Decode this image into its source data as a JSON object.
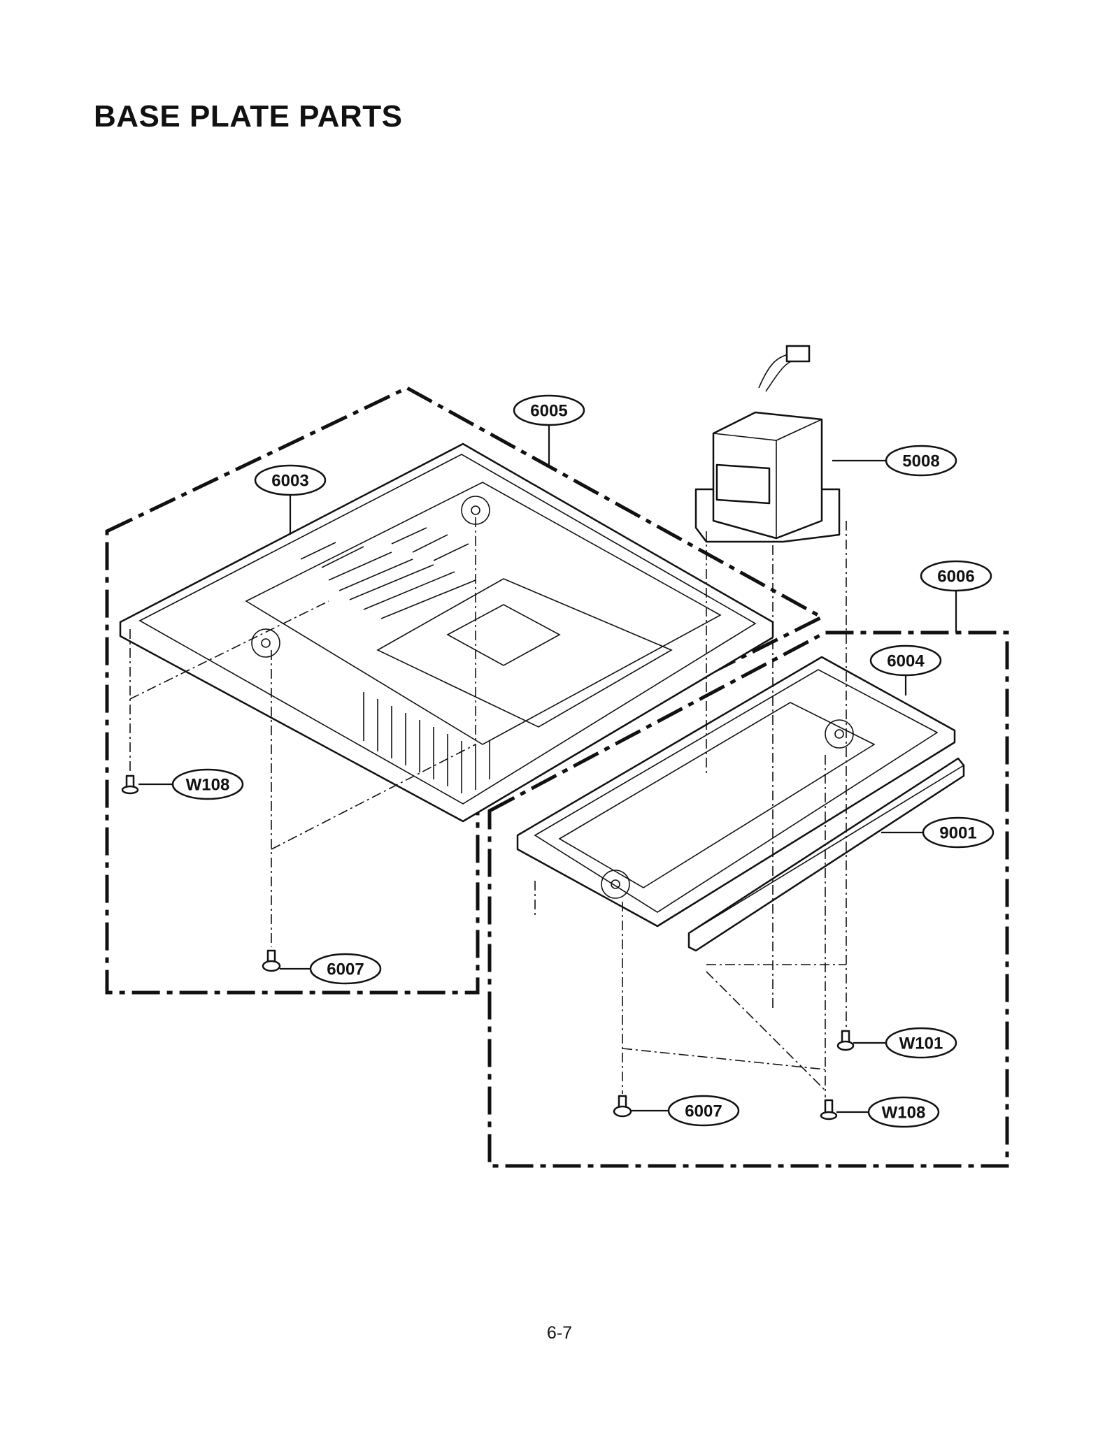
{
  "page": {
    "title": "BASE PLATE PARTS",
    "page_number": "6-7"
  },
  "callouts": {
    "c6005": "6005",
    "c6003": "6003",
    "c5008": "5008",
    "c6006": "6006",
    "c6004": "6004",
    "c9001": "9001",
    "cw108_left": "W108",
    "c6007_left": "6007",
    "cw101": "W101",
    "c6007_right": "6007",
    "cw108_right": "W108"
  }
}
